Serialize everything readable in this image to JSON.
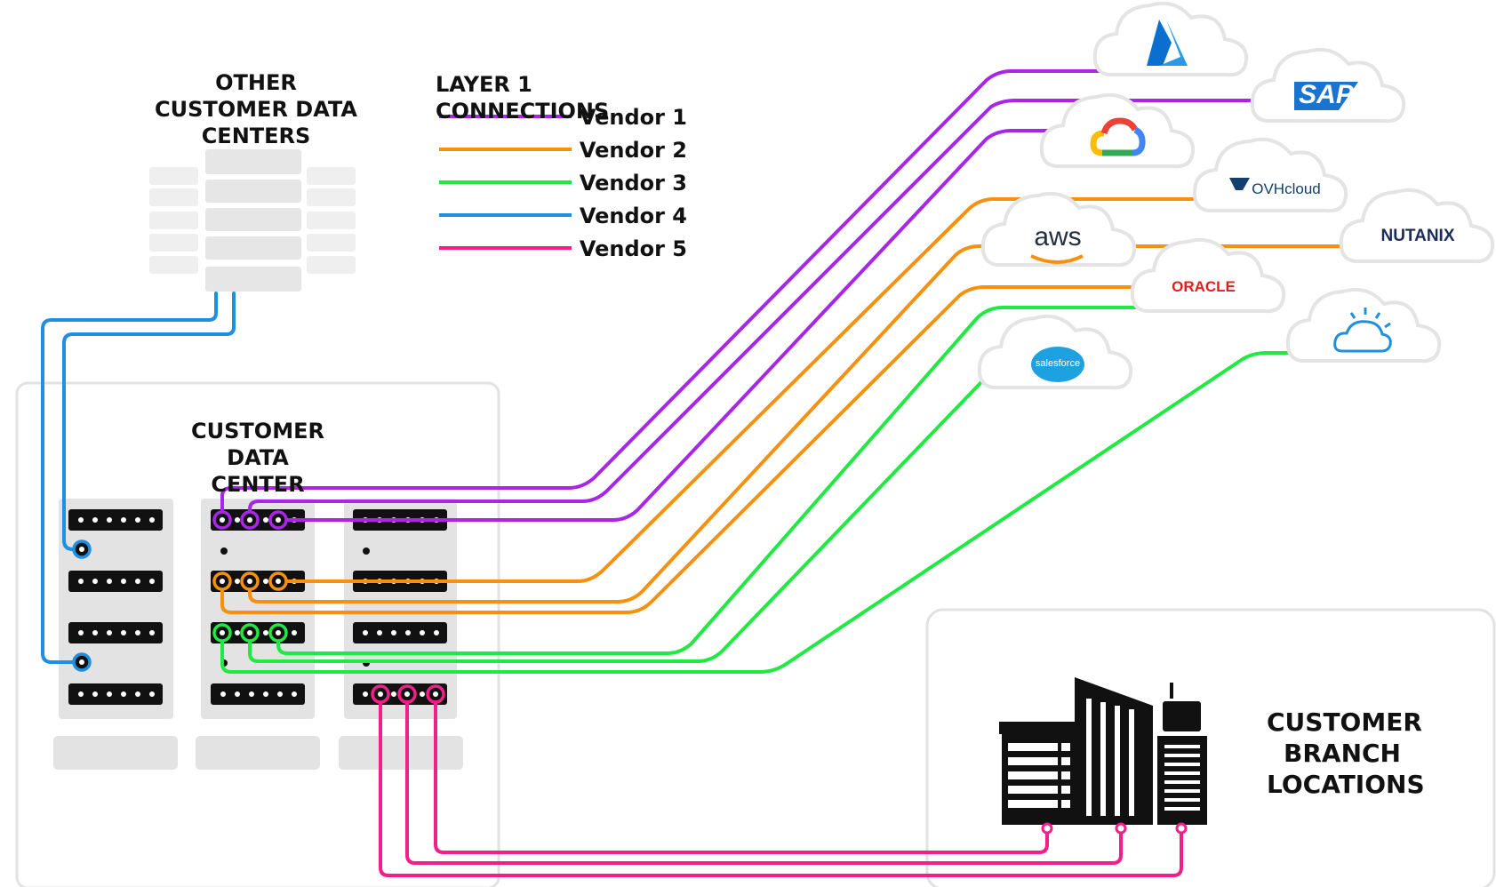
{
  "labels": {
    "other_dc": "OTHER CUSTOMER DATA CENTERS",
    "customer_dc": "CUSTOMER DATA CENTER",
    "branch": "CUSTOMER BRANCH LOCATIONS"
  },
  "legend": {
    "title": "LAYER 1 CONNECTIONS",
    "items": [
      {
        "label": "Vendor 1",
        "color": "#a826e8"
      },
      {
        "label": "Vendor 2",
        "color": "#f5910f"
      },
      {
        "label": "Vendor 3",
        "color": "#21e842"
      },
      {
        "label": "Vendor 4",
        "color": "#1f8fe0"
      },
      {
        "label": "Vendor 5",
        "color": "#f21f8a"
      }
    ]
  },
  "clouds": [
    {
      "name": "azure-logo",
      "text": "",
      "icon": "azure-icon"
    },
    {
      "name": "sap-logo",
      "text": "SAP",
      "icon": "sap-icon"
    },
    {
      "name": "google-cloud-logo",
      "text": "",
      "icon": "google-cloud-icon"
    },
    {
      "name": "ovhcloud-logo",
      "text": "OVHcloud",
      "icon": "ovhcloud-icon"
    },
    {
      "name": "aws-logo",
      "text": "aws",
      "icon": "aws-icon"
    },
    {
      "name": "nutanix-logo",
      "text": "NUTANIX",
      "icon": "nutanix-icon"
    },
    {
      "name": "oracle-logo",
      "text": "ORACLE",
      "icon": "oracle-icon"
    },
    {
      "name": "salesforce-logo",
      "text": "salesforce",
      "icon": "salesforce-icon"
    },
    {
      "name": "ibm-cloud-logo",
      "text": "",
      "icon": "ibm-cloud-icon"
    }
  ]
}
